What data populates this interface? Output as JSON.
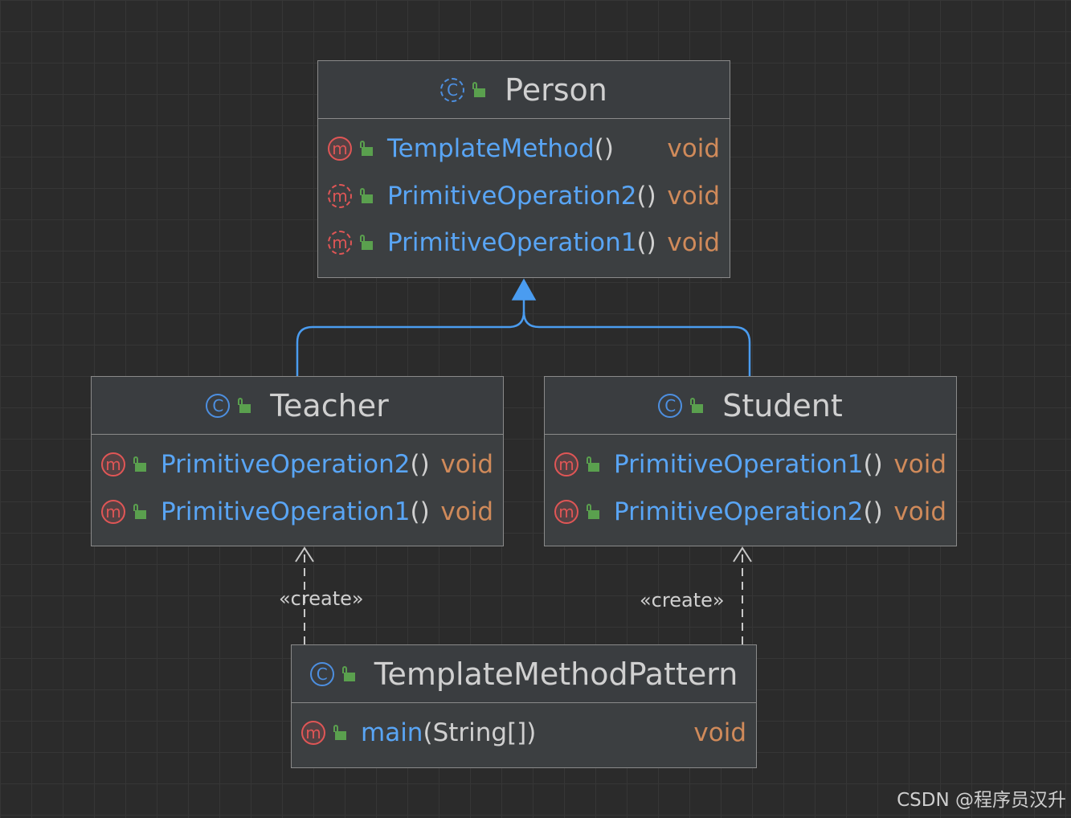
{
  "diagram": {
    "classes": [
      {
        "id": "person",
        "name": "Person",
        "abstract": true,
        "members": [
          {
            "name": "TemplateMethod",
            "params": " ()",
            "returns": "void",
            "abstract": false
          },
          {
            "name": "PrimitiveOperation2",
            "params": "()",
            "returns": "void",
            "abstract": true
          },
          {
            "name": "PrimitiveOperation1",
            "params": "()",
            "returns": "void",
            "abstract": true
          }
        ]
      },
      {
        "id": "teacher",
        "name": "Teacher",
        "abstract": false,
        "members": [
          {
            "name": "PrimitiveOperation2",
            "params": "()",
            "returns": "void",
            "abstract": false
          },
          {
            "name": "PrimitiveOperation1",
            "params": "()",
            "returns": "void",
            "abstract": false
          }
        ]
      },
      {
        "id": "student",
        "name": "Student",
        "abstract": false,
        "members": [
          {
            "name": "PrimitiveOperation1",
            "params": "()",
            "returns": "void",
            "abstract": false
          },
          {
            "name": "PrimitiveOperation2",
            "params": "()",
            "returns": "void",
            "abstract": false
          }
        ]
      },
      {
        "id": "pattern",
        "name": "TemplateMethodPattern",
        "abstract": false,
        "members": [
          {
            "name": "main",
            "params": "(String[])",
            "returns": "void",
            "abstract": false
          }
        ]
      }
    ],
    "relations": [
      {
        "type": "generalization",
        "from": "Teacher",
        "to": "Person"
      },
      {
        "type": "generalization",
        "from": "Student",
        "to": "Person"
      },
      {
        "type": "dependency",
        "from": "TemplateMethodPattern",
        "to": "Teacher",
        "label": "«create»"
      },
      {
        "type": "dependency",
        "from": "TemplateMethodPattern",
        "to": "Student",
        "label": "«create»"
      }
    ],
    "icons": {
      "class": "class-icon",
      "method": "method-icon",
      "visibility": "public-visibility-icon"
    },
    "colors": {
      "background": "#2b2b2b",
      "inheritance_line": "#4a9cf0",
      "dependency_line": "#c8c8c8",
      "method_name": "#59a5f5",
      "return_type": "#d08a5a",
      "class_icon": "#4d8fe0",
      "method_icon": "#e05656"
    }
  },
  "watermark": "CSDN @程序员汉升"
}
